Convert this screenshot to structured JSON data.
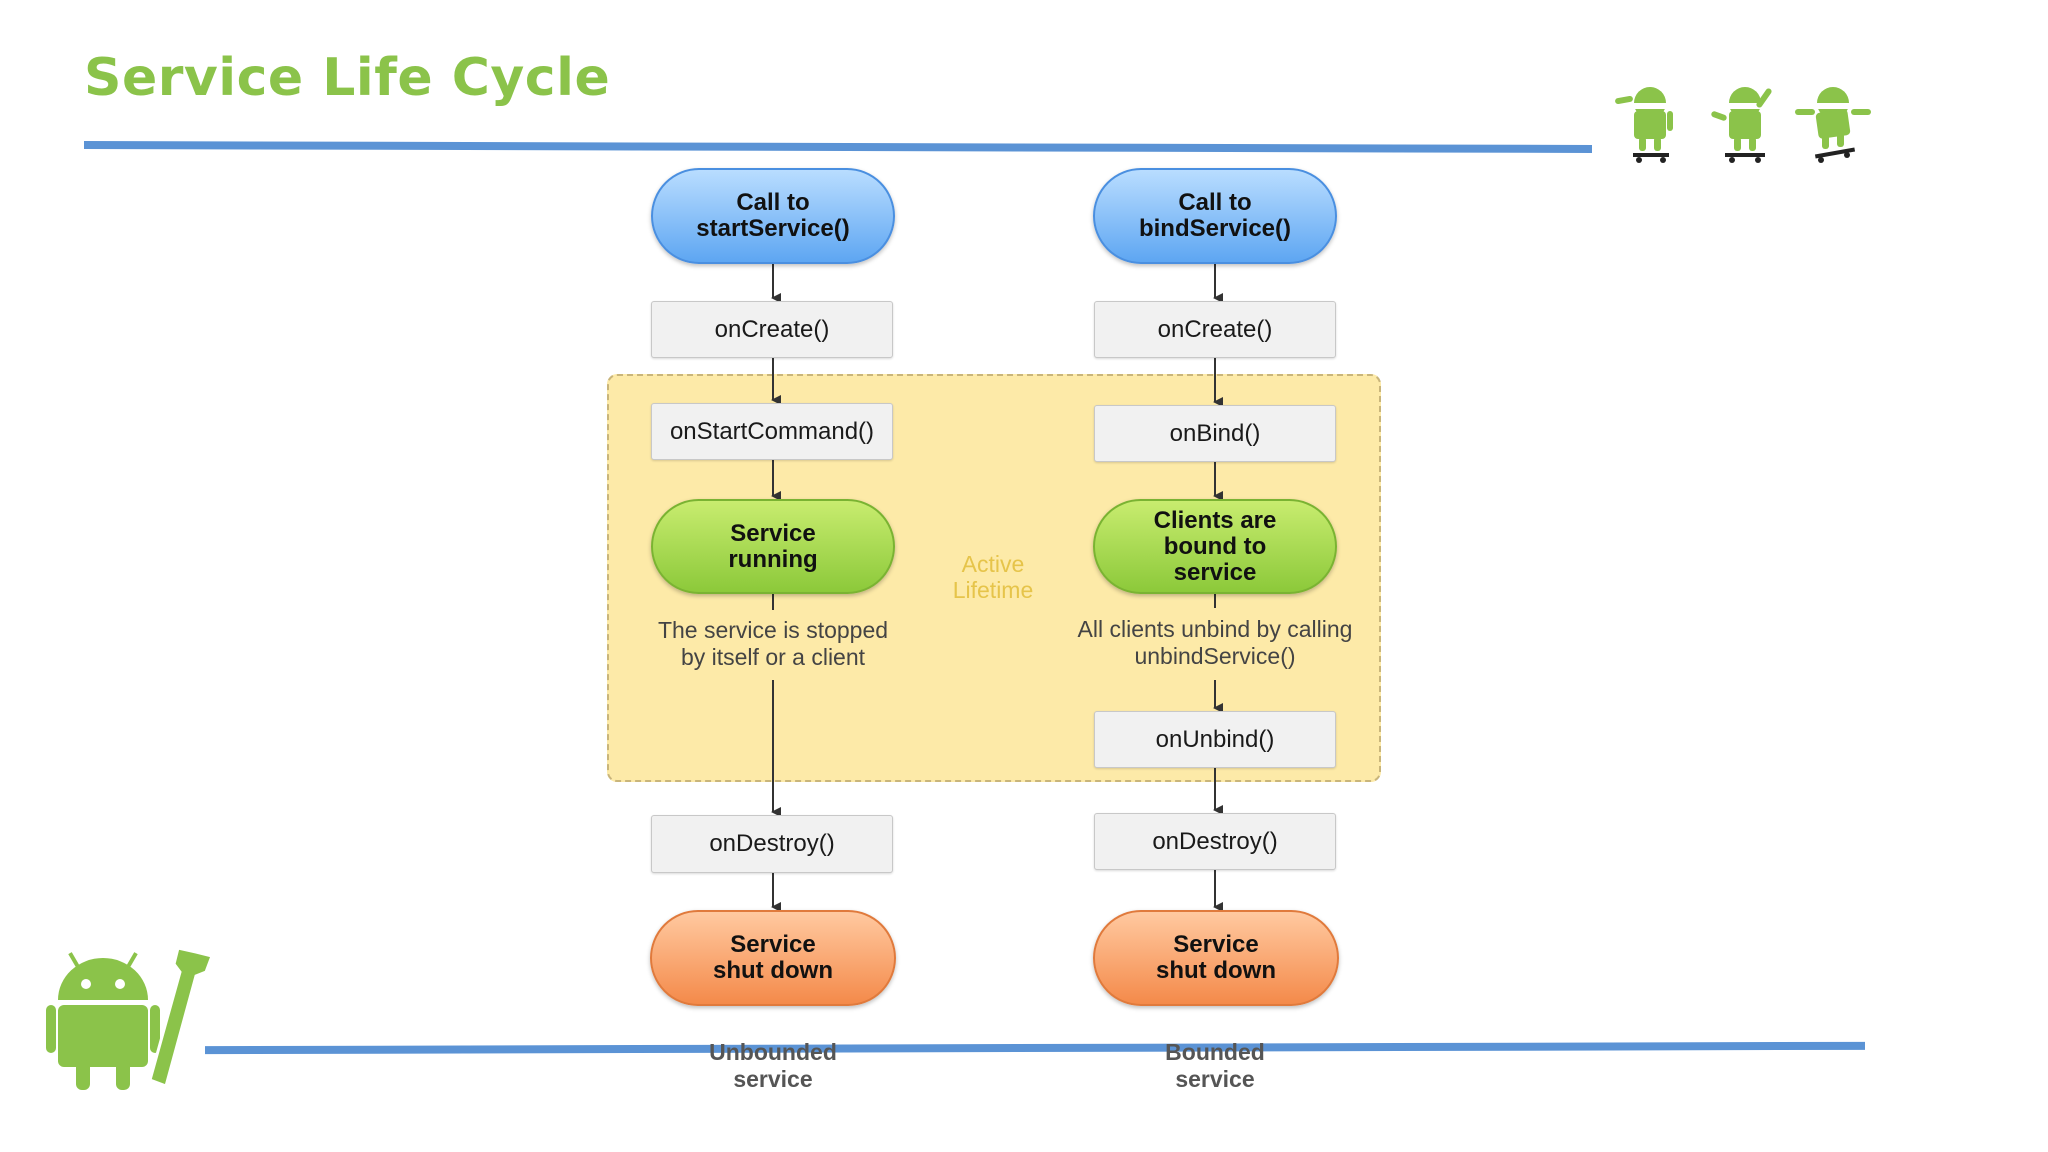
{
  "title": "Service Life Cycle",
  "colors": {
    "title": "#8bc34a",
    "rule": "#5b93d5",
    "active_zone": "#fdeaa8"
  },
  "diagram": {
    "active_label": "Active\nLifetime",
    "unbounded": {
      "start": "Call to\nstartService()",
      "on_create": "onCreate()",
      "on_start_command": "onStartCommand()",
      "running": "Service\nrunning",
      "stop_note": "The service is stopped\nby itself or a client",
      "on_destroy": "onDestroy()",
      "shut_down": "Service\nshut down",
      "caption": "Unbounded\nservice"
    },
    "bounded": {
      "start": "Call to\nbindService()",
      "on_create": "onCreate()",
      "on_bind": "onBind()",
      "clients_bound": "Clients are\nbound to\nservice",
      "unbind_note": "All clients unbind by calling\nunbindService()",
      "on_unbind": "onUnbind()",
      "on_destroy": "onDestroy()",
      "shut_down": "Service\nshut down",
      "caption": "Bounded\nservice"
    }
  },
  "icons": [
    "android-skateboard-icon",
    "android-skateboard-icon",
    "android-skateboard-icon",
    "android-wrench-logo-icon"
  ]
}
